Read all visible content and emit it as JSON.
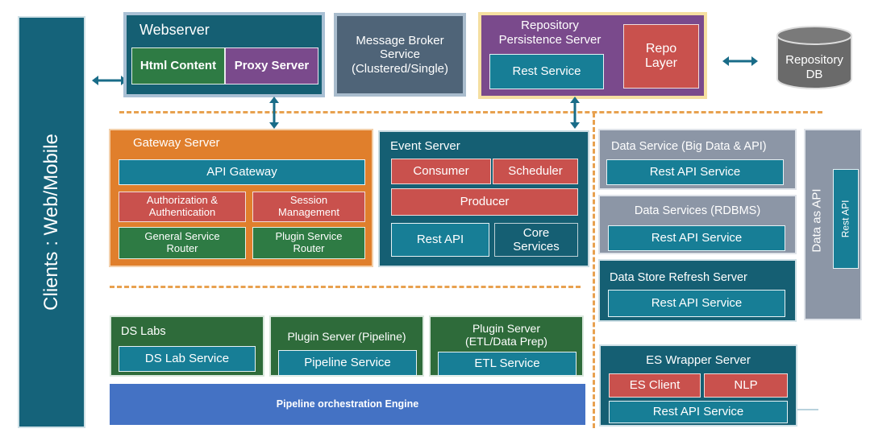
{
  "clients": {
    "label": "Clients : Web/Mobile"
  },
  "webserver": {
    "title": "Webserver",
    "html_content": "Html Content",
    "proxy_server": "Proxy Server"
  },
  "message_broker": {
    "line1": "Message Broker",
    "line2": "Service",
    "line3": "(Clustered/Single)"
  },
  "repo_persistence": {
    "line1": "Repository",
    "line2": "Persistence Server",
    "rest_service": "Rest Service",
    "repo_layer_1": "Repo",
    "repo_layer_2": "Layer"
  },
  "repo_db": {
    "line1": "Repository",
    "line2": "DB"
  },
  "gateway": {
    "title": "Gateway Server",
    "api_gateway": "API Gateway",
    "auth_1": "Authorization &",
    "auth_2": "Authentication",
    "session_1": "Session",
    "session_2": "Management",
    "gsr_1": "General Service",
    "gsr_2": "Router",
    "psr_1": "Plugin Service",
    "psr_2": "Router"
  },
  "event_server": {
    "title": "Event Server",
    "consumer": "Consumer",
    "scheduler": "Scheduler",
    "producer": "Producer",
    "rest_api": "Rest API",
    "core_1": "Core",
    "core_2": "Services"
  },
  "data_service_big": {
    "title": "Data Service (Big Data & API)",
    "rest": "Rest API Service"
  },
  "data_services_rdbms": {
    "title": "Data Services (RDBMS)",
    "rest": "Rest API Service"
  },
  "data_store_refresh": {
    "title": "Data Store Refresh Server",
    "rest": "Rest API Service"
  },
  "data_as_api": {
    "label": "Data as API",
    "rest": "Rest API"
  },
  "ds_labs": {
    "title": "DS Labs",
    "service": "DS Lab Service"
  },
  "plugin_pipeline": {
    "title": "Plugin Server (Pipeline)",
    "service": "Pipeline Service"
  },
  "plugin_etl": {
    "title_1": "Plugin Server",
    "title_2": "(ETL/Data Prep)",
    "service": "ETL Service"
  },
  "pipeline_engine": {
    "label": "Pipeline orchestration Engine"
  },
  "es_wrapper": {
    "title": "ES Wrapper Server",
    "es_client": "ES Client",
    "nlp": "NLP",
    "rest": "Rest API Service"
  },
  "colors": {
    "dark_teal": "#155f73",
    "teal": "#177e96",
    "orange": "#e07f2c",
    "red": "#c9514d",
    "green": "#2e7b44",
    "slate": "#4f6478",
    "purple": "#7a4a8c",
    "gray": "#8c96a6",
    "blue": "#4472c4",
    "dash": "#e8a14f"
  }
}
